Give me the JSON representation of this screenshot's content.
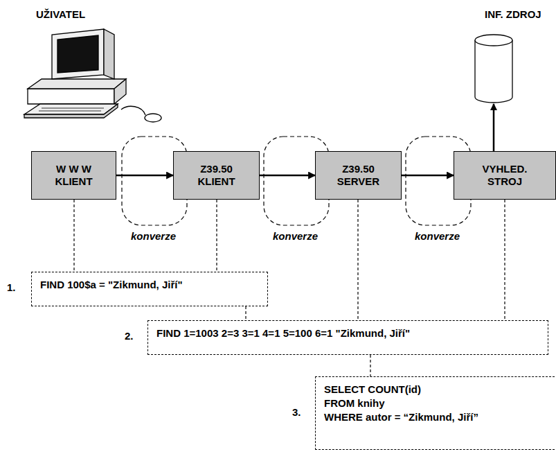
{
  "diagram": {
    "nodes": [
      {
        "text": [
          "W W W KLIENT"
        ]
      },
      {
        "text": [
          "Z39.50 KLIENT"
        ]
      },
      {
        "text": [
          "Z39.50 SERVER"
        ]
      },
      {
        "text": [
          "VYHLED. STROJ"
        ]
      },
      {
        "text": [
          "FIND 100$a = \"Zikmund, Jiří\""
        ]
      },
      {
        "text": [
          "FIND 1=1003 2=3 3=1 4=1 5=100 6=1 \"Zikmund, Jiří\""
        ]
      },
      {
        "text": [
          "SELECT COUNT(id)",
          "FROM knihy",
          "WHERE autor = “Zikmund, Jiří”"
        ]
      }
    ],
    "edges": [
      {
        "from": 0,
        "to": 1,
        "arrow": "to"
      },
      {
        "from": 1,
        "to": 2,
        "arrow": "to"
      },
      {
        "from": 2,
        "to": 3,
        "arrow": "to"
      },
      {
        "from": 0,
        "to": 4,
        "arrow": "none"
      },
      {
        "from": 1,
        "to": 4,
        "arrow": "none"
      },
      {
        "from": 4,
        "to": 5,
        "arrow": "none"
      },
      {
        "from": 2,
        "to": 5,
        "arrow": "none"
      },
      {
        "from": 3,
        "to": 5,
        "arrow": "none"
      },
      {
        "from": 5,
        "to": 6,
        "arrow": "none"
      }
    ],
    "labels": [
      "UŽIVATEL",
      "INF. ZDROJ",
      "konverze",
      "konverze",
      "konverze",
      "1.",
      "2.",
      "3."
    ]
  }
}
